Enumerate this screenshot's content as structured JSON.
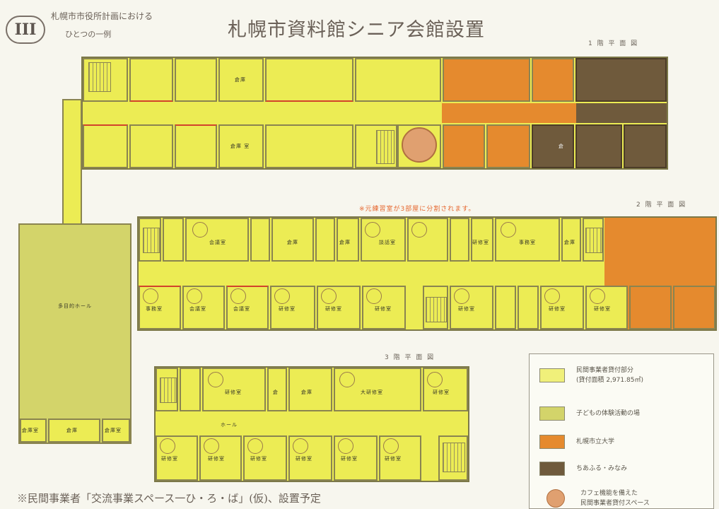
{
  "header": {
    "section_numeral": "III",
    "title_small_line1": "札幌市市役所計画における",
    "title_small_line2": "ひとつの一例",
    "title_main": "札幌市資料館シニア会館設置"
  },
  "floors": {
    "floor1_label": "1 階 平 面 図",
    "floor2_label": "2 階 平 面 図",
    "floor3_label": "3 階 平 面 図"
  },
  "annotation": "※元練習室が3部屋に分割されます。",
  "room_labels": {
    "f1_a": "倉庫",
    "f1_b": "倉庫 室",
    "f1_c": "倉",
    "side_wing_main": "多目的ホール",
    "side_wing_b1": "倉庫室",
    "side_wing_b2": "倉庫",
    "side_wing_b3": "倉庫室",
    "f2_a": "会議室",
    "f2_b": "倉庫",
    "f2_c": "倉庫",
    "f2_d": "談話室",
    "f2_e": "事務室",
    "f2_f": "倉庫",
    "f2_g": "事務室",
    "f2_h": "会議室",
    "f2_i": "会議室",
    "f2_j": "研修室",
    "f2_k": "研修室",
    "f2_l": "研修室",
    "f2_m": "研修室",
    "f2_n": "研修室",
    "f2_o": "研修室",
    "f2_p": "研修室",
    "f3_a": "研修室",
    "f3_b": "倉",
    "f3_c": "倉庫",
    "f3_d": "大研修室",
    "f3_e": "研修室",
    "f3_f": "研修室",
    "f3_g": "研修室",
    "f3_h": "研修室",
    "f3_i": "研修室",
    "f3_j": "研修室",
    "f3_k": "研修室",
    "f3_l": "ホール"
  },
  "legend": {
    "items": [
      {
        "label": "民間事業者貸付部分",
        "sublabel": "(貸付面積 2,971.85㎡)",
        "color": "#f0f07a"
      },
      {
        "label": "子どもの体験活動の場",
        "sublabel": "",
        "color": "#d3d46a"
      },
      {
        "label": "札幌市立大学",
        "sublabel": "",
        "color": "#e58a2e"
      },
      {
        "label": "ちあふる・みなみ",
        "sublabel": "",
        "color": "#6f5a3c"
      },
      {
        "label": "カフェ機能を備えた",
        "sublabel": "民間事業者貸付スペース",
        "color": "#e0a070"
      }
    ]
  },
  "footer_note": "※民間事業者「交流事業スペース一ひ・ろ・ば」(仮)、設置予定"
}
